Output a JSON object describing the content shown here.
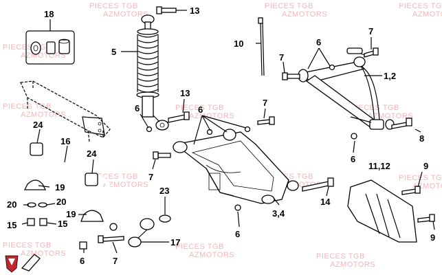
{
  "watermark": {
    "line1": "PIECES TGB",
    "line2": "AZMOTORS"
  },
  "labels": {
    "l18": "18",
    "l13a": "13",
    "l10": "10",
    "l7a": "7",
    "l5": "5",
    "l7b": "7",
    "l6a": "6",
    "l12a": "1,2",
    "l13b": "13",
    "l6b": "6",
    "l7c": "7",
    "l6c": "6",
    "l8": "8",
    "l24a": "24",
    "l16": "16",
    "l24b": "24",
    "l7d": "7",
    "l6d": "6",
    "l11": "11,12",
    "l9a": "9",
    "l19a": "19",
    "l20a": "20",
    "l20b": "20",
    "l23": "23",
    "l14": "14",
    "l15a": "15",
    "l15b": "15",
    "l19b": "19",
    "l34": "3,4",
    "l9b": "9",
    "l17": "17",
    "l6e": "6",
    "l6f": "6",
    "l7e": "7"
  }
}
